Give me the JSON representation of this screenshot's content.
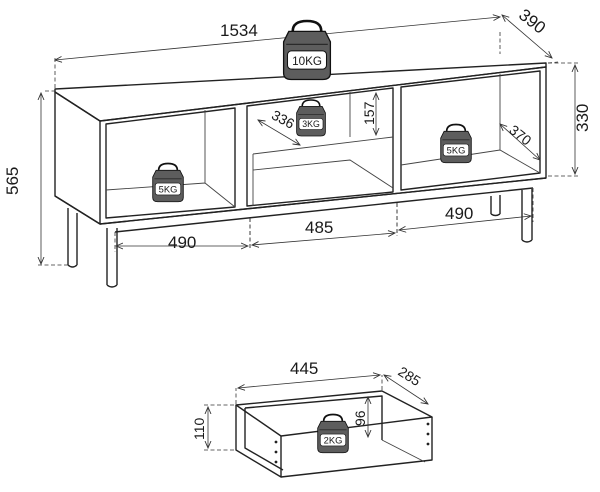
{
  "dimensions": {
    "cabinet_width": "1534",
    "cabinet_depth": "390",
    "cabinet_height": "565",
    "body_height": "330",
    "left_compartment_width": "490",
    "middle_compartment_width": "485",
    "right_compartment_width": "490",
    "middle_shelf_depth": "336",
    "middle_shelf_height": "157",
    "right_compartment_depth": "370",
    "drawer_width": "445",
    "drawer_depth": "285",
    "drawer_height": "110",
    "drawer_inner_height": "96"
  },
  "load_weights": {
    "top": "10KG",
    "middle_shelf": "3KG",
    "left_compartment": "5KG",
    "right_compartment": "5KG",
    "drawer": "2KG"
  }
}
